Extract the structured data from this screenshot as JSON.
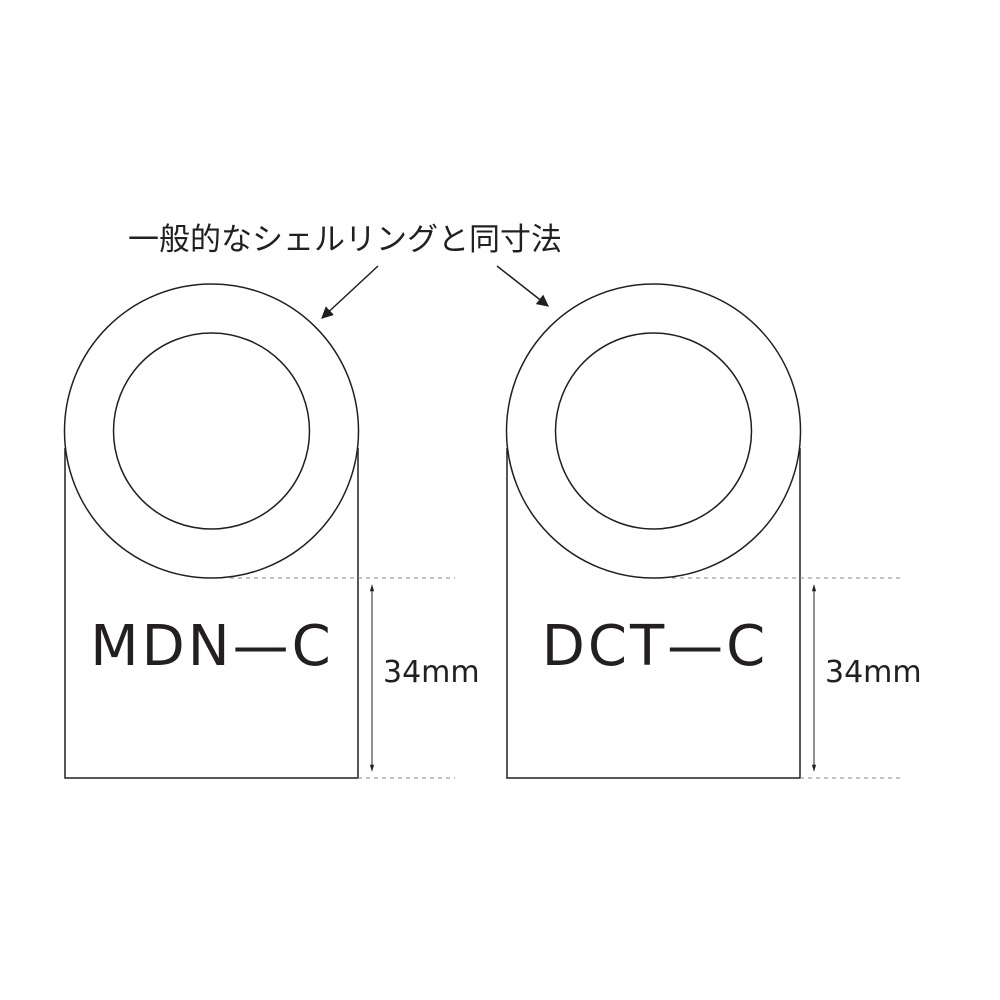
{
  "caption": "一般的なシェルリングと同寸法",
  "tags": [
    {
      "model": "MDN—C",
      "dimension": "34mm"
    },
    {
      "model": "DCT—C",
      "dimension": "34mm"
    }
  ],
  "colors": {
    "ink": "#231f20",
    "guide": "#8a8a8a",
    "background": "#ffffff"
  }
}
